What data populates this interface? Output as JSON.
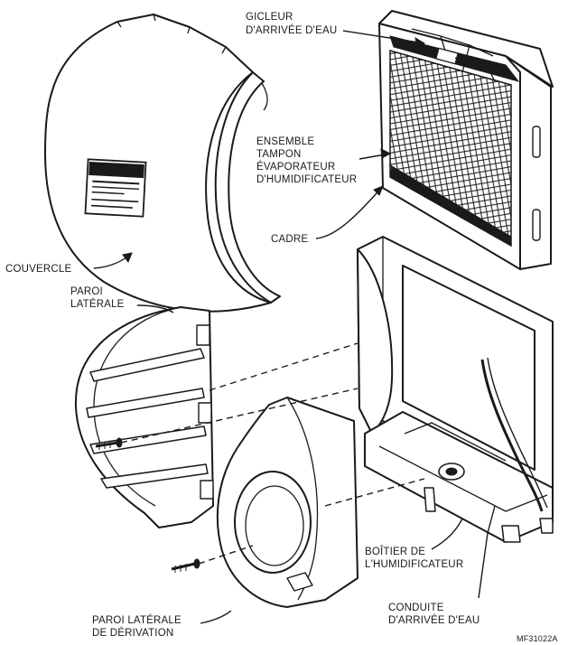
{
  "labels": {
    "water_nozzle_line1": "GICLEUR",
    "water_nozzle_line2": "D'ARRIVÉE D'EAU",
    "pad_line1": "ENSEMBLE",
    "pad_line2": "TAMPON",
    "pad_line3": "ÉVAPORATEUR",
    "pad_line4": "D'HUMIDIFICATEUR",
    "frame": "CADRE",
    "cover": "COUVERCLE",
    "side_wall_line1": "PAROI",
    "side_wall_line2": "LATÉRALE",
    "housing_line1": "BOÎTIER DE",
    "housing_line2": "L'HUMIDIFICATEUR",
    "water_tube_line1": "CONDUITE",
    "water_tube_line2": "D'ARRIVÉE D'EAU",
    "bypass_wall_line1": "PAROI LATÉRALE",
    "bypass_wall_line2": "DE DÉRIVATION",
    "figure_code": "MF31022A"
  }
}
